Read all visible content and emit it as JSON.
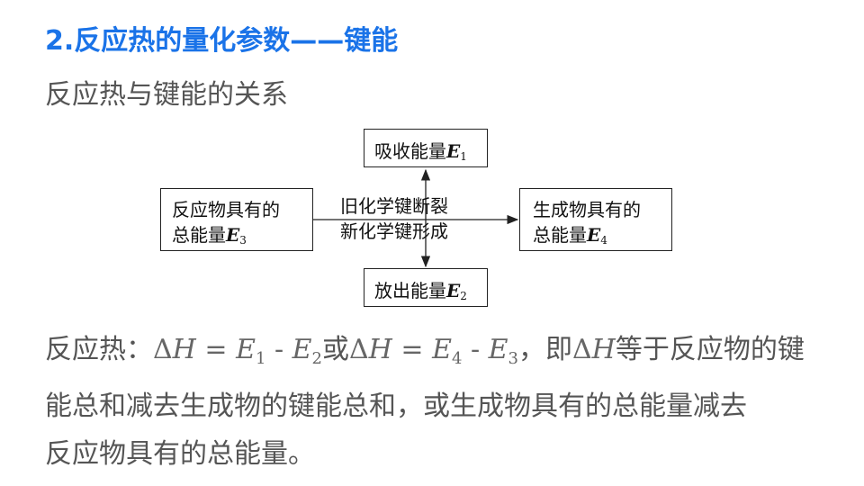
{
  "title": "2.反应热的量化参数——键能",
  "subtitle": "反应热与键能的关系",
  "diagram": {
    "top_box": {
      "text": "吸收能量",
      "var": "E",
      "sub": "1"
    },
    "bottom_box": {
      "text": "放出能量",
      "var": "E",
      "sub": "2"
    },
    "left_box": {
      "line1": "反应物具有的",
      "line2": "总能量",
      "var": "E",
      "sub": "3"
    },
    "right_box": {
      "line1": "生成物具有的",
      "line2": "总能量",
      "var": "E",
      "sub": "4"
    },
    "center": {
      "line1": "旧化学键断裂",
      "line2": "新化学键形成"
    }
  },
  "paragraph": {
    "prefix": "反应热：",
    "eq1": {
      "delta": "Δ",
      "H": "H",
      "eq": " = ",
      "E": "E",
      "s1": "1",
      "minus": " - ",
      "E2": "E",
      "s2": "2"
    },
    "or": "或",
    "eq2": {
      "delta": "Δ",
      "H": "H",
      "eq": " = ",
      "E": "E",
      "s1": "4",
      "minus": " - ",
      "E2": "E",
      "s2": "3"
    },
    "mid": "，即",
    "eq3": {
      "delta": "Δ",
      "H": "H"
    },
    "line1_tail": "等于反应物的键",
    "line2": "能总和减去生成物的键能总和，或生成物具有的总能量减去",
    "line3": "反应物具有的总能量。"
  }
}
